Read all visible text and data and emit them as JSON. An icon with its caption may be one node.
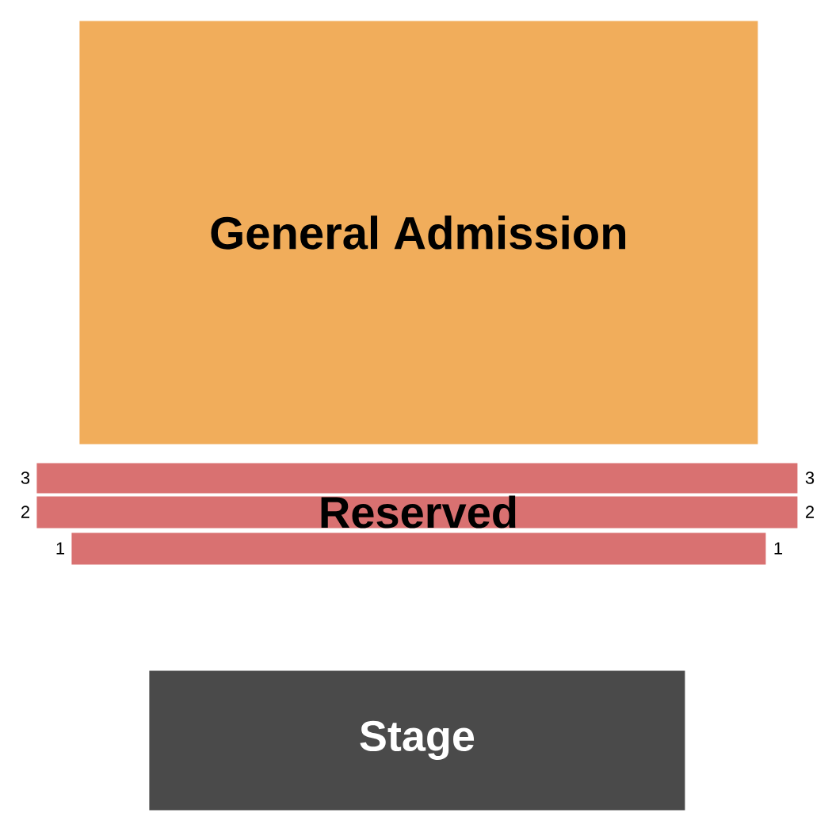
{
  "diagram": {
    "nodes": [
      {
        "text": [
          "General Admission"
        ]
      },
      {
        "text": [],
        "shape": "bar",
        "beside": [
          "3",
          "3"
        ]
      },
      {
        "text": [],
        "shape": "bar",
        "beside": [
          "2",
          "2"
        ]
      },
      {
        "text": [],
        "shape": "bar",
        "beside": [
          "1",
          "1"
        ]
      },
      {
        "text": [
          "Stage"
        ]
      }
    ],
    "labels": [
      "Reserved"
    ]
  }
}
